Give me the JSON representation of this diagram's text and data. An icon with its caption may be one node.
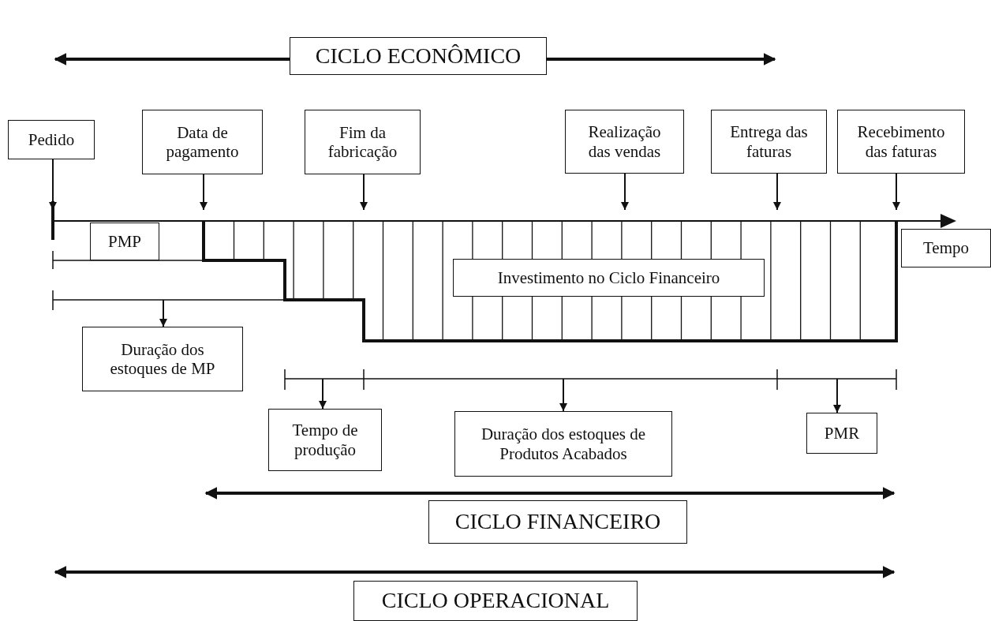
{
  "diagram": {
    "nodes": [
      {
        "text": [
          "CICLO ECONÔMICO"
        ]
      },
      {
        "text": [
          "Pedido"
        ]
      },
      {
        "text": [
          "Data de pagamento"
        ]
      },
      {
        "text": [
          "Fim da fabricação"
        ]
      },
      {
        "text": [
          "Realização das vendas"
        ]
      },
      {
        "text": [
          "Entrega das faturas"
        ]
      },
      {
        "text": [
          "Recebimento das faturas"
        ]
      },
      {
        "text": [
          "PMP"
        ]
      },
      {
        "text": [
          "Tempo"
        ]
      },
      {
        "text": [
          "Investimento no Ciclo Financeiro"
        ]
      },
      {
        "text": [
          "Duração dos estoques de MP"
        ]
      },
      {
        "text": [
          "Tempo de produção"
        ]
      },
      {
        "text": [
          "Duração dos estoques de Produtos Acabados"
        ]
      },
      {
        "text": [
          "PMR"
        ]
      },
      {
        "text": [
          "CICLO FINANCEIRO"
        ]
      },
      {
        "text": [
          "CICLO OPERACIONAL"
        ]
      },
      {
        "text": [],
        "shape": "line"
      }
    ],
    "edges": [
      {
        "from": 1,
        "to": 16,
        "arrow": "to"
      },
      {
        "from": 2,
        "to": 16,
        "arrow": "to"
      },
      {
        "from": 3,
        "to": 16,
        "arrow": "to"
      },
      {
        "from": 4,
        "to": 16,
        "arrow": "to"
      },
      {
        "from": 5,
        "to": 16,
        "arrow": "to"
      },
      {
        "from": 6,
        "to": 16,
        "arrow": "to"
      },
      {
        "from": null,
        "to": 10,
        "arrow": "to"
      },
      {
        "from": null,
        "to": 11,
        "arrow": "to"
      },
      {
        "from": null,
        "to": 12,
        "arrow": "to"
      },
      {
        "from": null,
        "to": 13,
        "arrow": "to"
      }
    ]
  }
}
